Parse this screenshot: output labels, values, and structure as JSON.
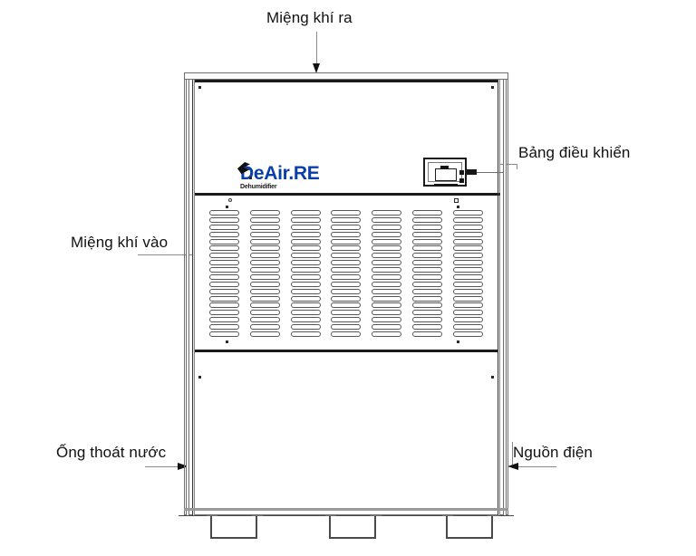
{
  "diagram": {
    "title": "Dehumidifier front view technical drawing",
    "product_brand": "DeAir.RE",
    "product_brand_sub": "Dehumidifier",
    "line_color": "#6f6f6f",
    "heavy_line_color": "#1a1a1a",
    "brand_color": "#0a3ea8",
    "background": "#ffffff"
  },
  "annotations": {
    "air_outlet": {
      "label": "Miệng khí ra",
      "position": "top",
      "arrow": "down"
    },
    "control_panel": {
      "label": "Bảng điều khiển",
      "position": "right",
      "arrow": "left"
    },
    "air_inlet": {
      "label": "Miệng khí vào",
      "position": "left",
      "arrow": "right"
    },
    "drain_pipe": {
      "label": "Ống thoát nước",
      "position": "bottom-left",
      "arrow": "right"
    },
    "power_supply": {
      "label": "Nguồn điện",
      "position": "bottom-right",
      "arrow": "left"
    }
  },
  "grille": {
    "columns": 7,
    "rows": 18,
    "slot_shape": "rounded-rect"
  },
  "cabinet": {
    "feet_count": 3,
    "panel_sections": 3
  }
}
